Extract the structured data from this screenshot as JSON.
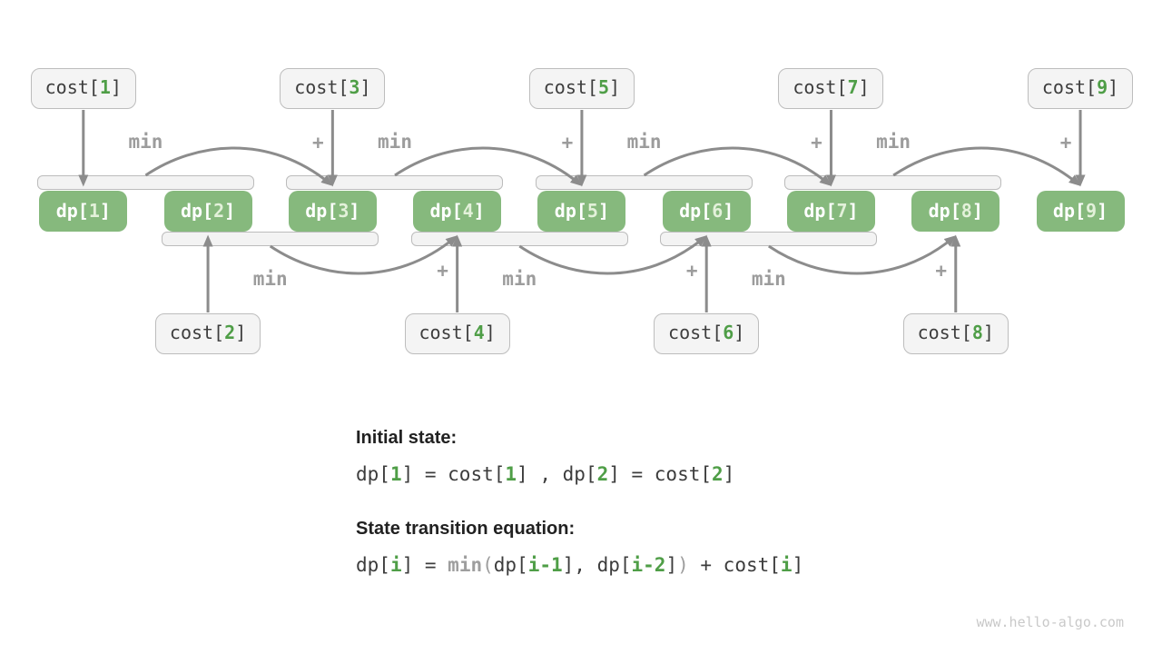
{
  "colors": {
    "green_box": "#86b97d",
    "green_text": "#4f9e47",
    "dp_digit": "#e3f1da",
    "cost_bg": "#f4f4f4",
    "cost_border": "#bdbdbd",
    "cost_text": "#3d3d3d",
    "arrow": "#8c8c8c",
    "label": "#9c9c9c",
    "bracket_border": "#bcbcbc",
    "bracket_strip": "#f3f3f3",
    "eq_text": "#3c3c3c",
    "eq_gray": "#9e9e9e",
    "watermark": "#c9c9c9"
  },
  "labels": {
    "min": "min",
    "plus": "+"
  },
  "dp_nodes": [
    {
      "prefix": "dp[",
      "index": "1",
      "suffix": "]"
    },
    {
      "prefix": "dp[",
      "index": "2",
      "suffix": "]"
    },
    {
      "prefix": "dp[",
      "index": "3",
      "suffix": "]"
    },
    {
      "prefix": "dp[",
      "index": "4",
      "suffix": "]"
    },
    {
      "prefix": "dp[",
      "index": "5",
      "suffix": "]"
    },
    {
      "prefix": "dp[",
      "index": "6",
      "suffix": "]"
    },
    {
      "prefix": "dp[",
      "index": "7",
      "suffix": "]"
    },
    {
      "prefix": "dp[",
      "index": "8",
      "suffix": "]"
    },
    {
      "prefix": "dp[",
      "index": "9",
      "suffix": "]"
    }
  ],
  "cost_nodes_top": [
    {
      "prefix": "cost[",
      "index": "1",
      "suffix": "]"
    },
    {
      "prefix": "cost[",
      "index": "3",
      "suffix": "]"
    },
    {
      "prefix": "cost[",
      "index": "5",
      "suffix": "]"
    },
    {
      "prefix": "cost[",
      "index": "7",
      "suffix": "]"
    },
    {
      "prefix": "cost[",
      "index": "9",
      "suffix": "]"
    }
  ],
  "cost_nodes_bottom": [
    {
      "prefix": "cost[",
      "index": "2",
      "suffix": "]"
    },
    {
      "prefix": "cost[",
      "index": "4",
      "suffix": "]"
    },
    {
      "prefix": "cost[",
      "index": "6",
      "suffix": "]"
    },
    {
      "prefix": "cost[",
      "index": "8",
      "suffix": "]"
    }
  ],
  "notes": {
    "initial_title": "Initial state:",
    "initial_equation": [
      {
        "text": "dp[",
        "style": "plain"
      },
      {
        "text": "1",
        "style": "green"
      },
      {
        "text": "] = cost[",
        "style": "plain"
      },
      {
        "text": "1",
        "style": "green"
      },
      {
        "text": "] , dp[",
        "style": "plain"
      },
      {
        "text": "2",
        "style": "green"
      },
      {
        "text": "] = cost[",
        "style": "plain"
      },
      {
        "text": "2",
        "style": "green"
      },
      {
        "text": "]",
        "style": "plain"
      }
    ],
    "transition_title": "State transition equation:",
    "transition_equation": [
      {
        "text": "dp[",
        "style": "plain"
      },
      {
        "text": "i",
        "style": "green"
      },
      {
        "text": "] = ",
        "style": "plain"
      },
      {
        "text": "min",
        "style": "gray-bold"
      },
      {
        "text": "(",
        "style": "gray"
      },
      {
        "text": "dp[",
        "style": "plain"
      },
      {
        "text": "i-1",
        "style": "green"
      },
      {
        "text": "], dp[",
        "style": "plain"
      },
      {
        "text": "i-2",
        "style": "green"
      },
      {
        "text": "]",
        "style": "plain"
      },
      {
        "text": ")",
        "style": "gray"
      },
      {
        "text": " + cost[",
        "style": "plain"
      },
      {
        "text": "i",
        "style": "green"
      },
      {
        "text": "]",
        "style": "plain"
      }
    ]
  },
  "watermark": "www.hello-algo.com"
}
